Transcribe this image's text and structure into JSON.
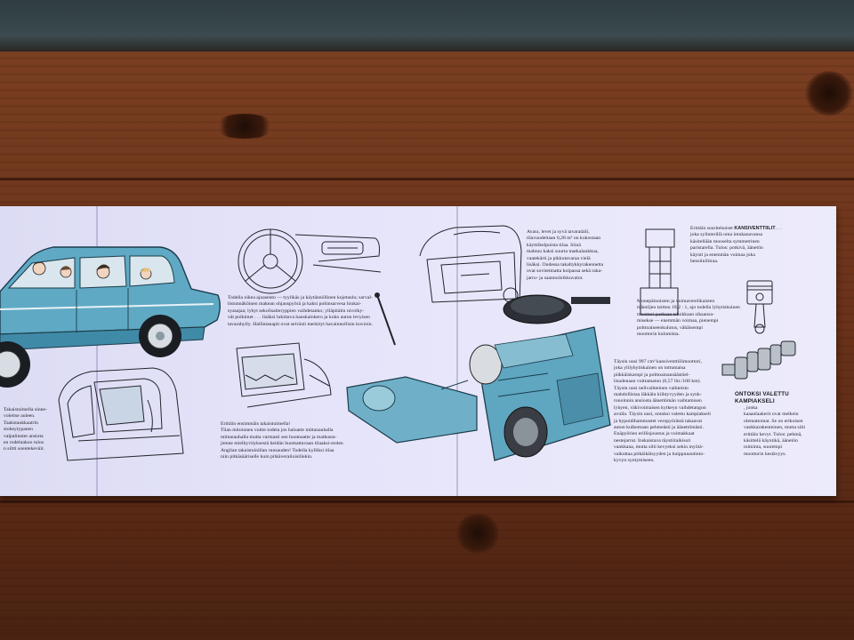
{
  "brochure": {
    "colors": {
      "car_body": "#5fa9c4",
      "engine_body": "#6fb0c8",
      "paper": "#e6e4fa",
      "ink": "#1d1d24",
      "table_wood": "#6a3219"
    },
    "panels": {
      "left": {
        "rear_seat_caption": "Takaistuimella sinne-\nvoleitse auleen.\nTaakstaukkaatrin\nstoheytypanen\nvalpalinntet ansiota\nen rodelnakoo tulos\nn siltti soentekeväit."
      },
      "middle": {
        "dashboard_caption": "Todella oikea ajoasento — tyylikäs ja käytännöllinen kojetaulu; sarval-\nlistunnäköinen makean ohjauspyörä ja kaksi pohinsarvesa hiukai-\nsyasajaa; lyhyt sekolisaiteryppien vaihdetanko; ylläpitätin nivolky-\nvät polkimet . . . lisäksi lukittava hanskalokero ja koko auton levyisen\ntavarahylly. Hallintanapit ovat selvästi merkityt havainnollisin kuvioin.",
        "rear_space_caption": "Erittäin ensimmäis takaistuimella!\nTilan mitoinnen voitte todeta jos haluatte mittanauhalla\nmittanauhalla mutta varmasti sen huomaatte ja matkusta-\njienne mielhyvityksestä heidän huomattavaan tilaaksi-stolen\nAnglian takaistuinillan runsauden! Todella kylliksi tilaa\nniin pitkäsääriselle kuin pitkäverailoisillekin."
      },
      "right": {
        "trunk_caption": "Avara, levet ja syvä tavaratäili,\ntilavuudeltaan 0,28 m³ on kokostaan\nkäyttökelpoista tilaa. Siinä\nmahtuu kaksi suurta matkalaukkua,\nvaatekärti ja pikkutavaraa vielä\nlisäksi. Ondessa takaltykkyrakennetta\novat sovitetmatta koipassa sekä raka-\njarru- ja saantorärikkuvalot.",
        "engine_caption": "Täysin uusi 997 cm³ kansiventtiilimoottori,\njoka ylilyhytiskainen on tottumaisa\npiikkäiskarnpi ja polttoainansäästöel-\nlisudenaan voittamaton (6,57 litr./100 km).\nTäysin uusi nelivaihteinen vaihteisto\nmahdollistaa iäkkäin kiihtyvyyden ja synk-\nronoinnin ansiosta äänettömän vaihtamisen\nlyhyen, väkivoimaisen kytkeyn vaihdetangon\navulla. Täysin uusi, ontoksi valettu kampiakseli\nja hypoidihammastet veropyörästä takaavat\nauton kulkemaan pehmeästi ja äänettömästi.\nEnäpyörien erillisjoustus ja voimakkaat\nnestejarrut. Inskaistava täystiitaikissri\nvankkana, mutta silti kevyeksi sekin myötä-\nvaikuttaa pitkäikäisyyden ja huippunautinto-\nkyvyn syntymiseen.",
        "valves_heading": "KANSIVENTTIILIT",
        "valves_caption_lead": "Erittäin suuritehoiset",
        "valves_caption_rest": ". . .\njoka sylinterillä oma imukanavansa\nkäsitellään mooselta symmetrinen\nparistarella. Tulos: potkivä, äänetön\nkäynti ja enemmän voimaa joka\nbensiinilitraa.",
        "piston_caption": "Monepäinoisten ja voimaverelikaisten\nmäntöjen tarttuu 18,2 : 1, ajo todella lyhytiskuinen\nmoottori parhaan tehokkaan sikaansa-\nmisekse — enemmän voimaa, pienempi\npolttoaineenkulutus, vähäisempi\nmoottorin kulumista.",
        "crankshaft_heading": "ONTOKSI VALETTU\nKAMPIAKSELI",
        "crankshaft_caption": ", jonka\nkaaanlaakerit ovat melkein\nolemattomat. Se on erikoisen\nvankkarakenteinen, mutta silti\nerittäin kevyt. Tulos: pehmä,\nkäsittelä käyntikä, äänetön\ntoiminta, suurempi\nmoottorin kestävyys."
      }
    }
  }
}
